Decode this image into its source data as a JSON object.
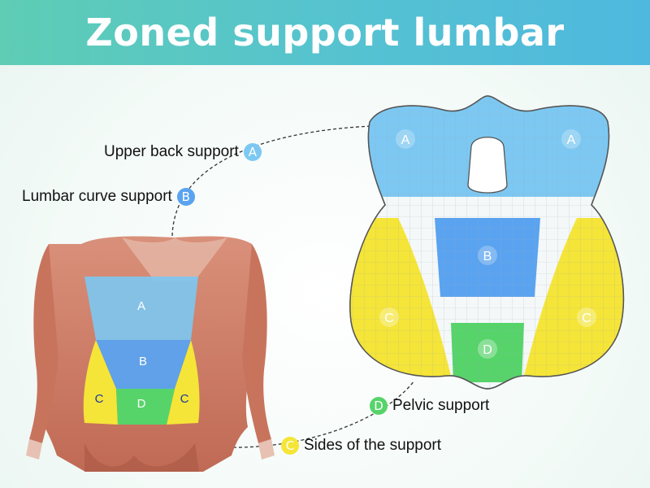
{
  "title": "Zoned support lumbar",
  "colors": {
    "banner_start": "#5ecdb4",
    "banner_end": "#4fb8df",
    "zone_a": "#7cc8f2",
    "zone_b": "#5aa3f0",
    "zone_c": "#f5e538",
    "zone_d": "#56d46a"
  },
  "callouts": {
    "upper_back": {
      "text": "Upper back support",
      "letter": "A"
    },
    "lumbar_curve": {
      "text": "Lumbar curve support",
      "letter": "B"
    },
    "pelvic": {
      "text": "Pelvic support",
      "letter": "D"
    },
    "sides": {
      "text": "Sides of the support",
      "letter": "C"
    }
  },
  "body_zones": {
    "a": "A",
    "b": "B",
    "c_left": "C",
    "d": "D",
    "c_right": "C"
  },
  "cushion_zones": {
    "a_left": "A",
    "a_right": "A",
    "b": "B",
    "c_left": "C",
    "c_right": "C",
    "d": "D"
  }
}
